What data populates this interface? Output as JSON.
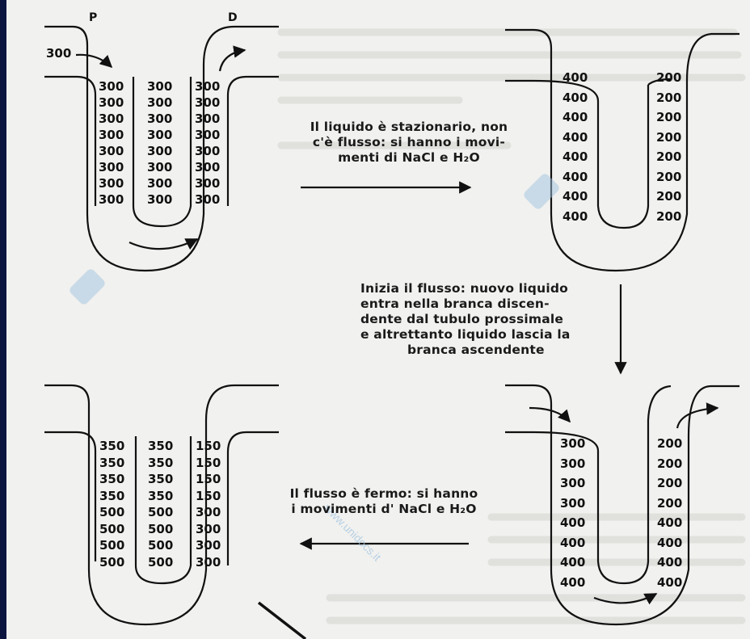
{
  "diagram": {
    "labels": {
      "proximal": "P",
      "distal": "D",
      "inflow_value": "300"
    },
    "captions": {
      "step1": [
        "Il liquido è stazionario, non",
        "c'è flusso: si hanno i movi-",
        "menti di NaCl e H₂O"
      ],
      "step2": [
        "Inizia il flusso: nuovo liquido",
        "entra nella branca discen-",
        "dente dal tubulo prossimale",
        "e altrettanto liquido lascia la",
        "branca ascendente"
      ],
      "step3": [
        "Il flusso è fermo: si hanno",
        "i movimenti d' NaCl e H₂O"
      ]
    },
    "loops": {
      "loop1": {
        "descending": [
          "300",
          "300",
          "300",
          "300",
          "300",
          "300",
          "300",
          "300"
        ],
        "interstitium": [
          "300",
          "300",
          "300",
          "300",
          "300",
          "300",
          "300",
          "300"
        ],
        "ascending": [
          "300",
          "300",
          "300",
          "300",
          "300",
          "300",
          "300",
          "300"
        ]
      },
      "loop2": {
        "descending": [
          "400",
          "400",
          "400",
          "400",
          "400",
          "400",
          "400",
          "400"
        ],
        "ascending": [
          "200",
          "200",
          "200",
          "200",
          "200",
          "200",
          "200",
          "200"
        ]
      },
      "loop3": {
        "descending": [
          "300",
          "300",
          "300",
          "300",
          "400",
          "400",
          "400",
          "400"
        ],
        "ascending": [
          "200",
          "200",
          "200",
          "200",
          "400",
          "400",
          "400",
          "400"
        ]
      },
      "loop4": {
        "descending": [
          "350",
          "350",
          "350",
          "350",
          "500",
          "500",
          "500",
          "500"
        ],
        "interstitium": [
          "350",
          "350",
          "350",
          "350",
          "500",
          "500",
          "500",
          "500"
        ],
        "ascending": [
          "150",
          "150",
          "150",
          "150",
          "300",
          "300",
          "300",
          "300"
        ]
      }
    },
    "watermark": "www.unidocs.it"
  },
  "colors": {
    "background": "#0b1540",
    "paper": "#f1f1ef",
    "ink": "#111111",
    "watermark": "#9fc3df"
  }
}
